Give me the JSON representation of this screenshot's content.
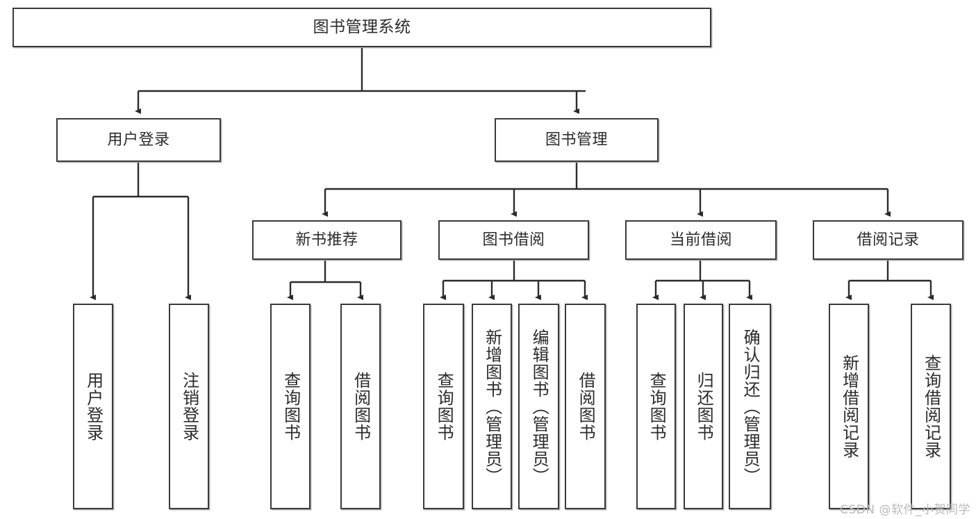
{
  "diagram": {
    "title": "图书管理系统",
    "type": "hierarchy-tree",
    "watermark": "CSDN @软件_小贺同学",
    "colors": {
      "box_border": "#3a3a3a",
      "box_fill": "#ffffff",
      "connector": "#2b2b2b",
      "text": "#2b2b2b",
      "watermark": "#b9b9b9"
    },
    "levels": {
      "root": "图书管理系统",
      "level2": [
        "用户登录",
        "图书管理"
      ],
      "level3": [
        "新书推荐",
        "图书借阅",
        "当前借阅",
        "借阅记录"
      ]
    },
    "nodes": {
      "root": {
        "label": "图书管理系统"
      },
      "user_login": {
        "label": "用户登录"
      },
      "book_mgmt": {
        "label": "图书管理"
      },
      "new_book_rec": {
        "label": "新书推荐"
      },
      "book_borrow": {
        "label": "图书借阅"
      },
      "current_borrow": {
        "label": "当前借阅"
      },
      "borrow_record": {
        "label": "借阅记录"
      },
      "leaf_user_login": {
        "label": "用户登录"
      },
      "leaf_logout": {
        "label": "注销登录"
      },
      "leaf_query_book_a": {
        "label": "查询图书"
      },
      "leaf_borrow_book_a": {
        "label": "借阅图书"
      },
      "leaf_query_book_b": {
        "label": "查询图书"
      },
      "leaf_add_book": {
        "label": "新增图书（管理员）"
      },
      "leaf_edit_book": {
        "label": "编辑图书（管理员）"
      },
      "leaf_borrow_book_b": {
        "label": "借阅图书"
      },
      "leaf_query_book_c": {
        "label": "查询图书"
      },
      "leaf_return_book": {
        "label": "归还图书"
      },
      "leaf_confirm_return": {
        "label": "确认归还（管理员）"
      },
      "leaf_add_record": {
        "label": "新增借阅记录"
      },
      "leaf_query_record": {
        "label": "查询借阅记录"
      }
    },
    "edges": [
      {
        "from": "root",
        "to": "user_login"
      },
      {
        "from": "root",
        "to": "book_mgmt"
      },
      {
        "from": "user_login",
        "to": "leaf_user_login"
      },
      {
        "from": "user_login",
        "to": "leaf_logout"
      },
      {
        "from": "book_mgmt",
        "to": "new_book_rec"
      },
      {
        "from": "book_mgmt",
        "to": "book_borrow"
      },
      {
        "from": "book_mgmt",
        "to": "current_borrow"
      },
      {
        "from": "book_mgmt",
        "to": "borrow_record"
      },
      {
        "from": "new_book_rec",
        "to": "leaf_query_book_a"
      },
      {
        "from": "new_book_rec",
        "to": "leaf_borrow_book_a"
      },
      {
        "from": "book_borrow",
        "to": "leaf_query_book_b"
      },
      {
        "from": "book_borrow",
        "to": "leaf_add_book"
      },
      {
        "from": "book_borrow",
        "to": "leaf_edit_book"
      },
      {
        "from": "book_borrow",
        "to": "leaf_borrow_book_b"
      },
      {
        "from": "current_borrow",
        "to": "leaf_query_book_c"
      },
      {
        "from": "current_borrow",
        "to": "leaf_return_book"
      },
      {
        "from": "current_borrow",
        "to": "leaf_confirm_return"
      },
      {
        "from": "borrow_record",
        "to": "leaf_add_record"
      },
      {
        "from": "borrow_record",
        "to": "leaf_query_record"
      }
    ]
  }
}
